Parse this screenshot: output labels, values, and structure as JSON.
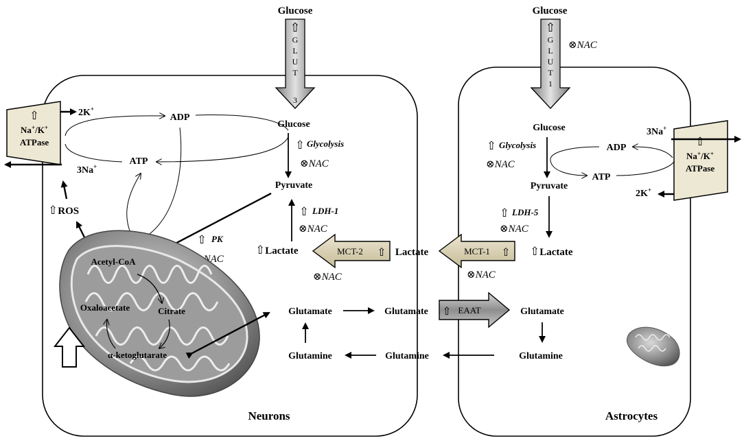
{
  "neuron": {
    "glucose_top": "Glucose",
    "glut": [
      "G",
      "L",
      "U",
      "T",
      "3"
    ],
    "k": "2K",
    "na": "3Na",
    "pump_line1": "Na",
    "pump_line1b": "/K",
    "pump_line2": "ATPase",
    "adp": "ADP",
    "atp": "ATP",
    "glucose": "Glucose",
    "glycolysis": "Glycolysis",
    "nac": "NAC",
    "pyruvate": "Pyruvate",
    "ldh": "LDH-1",
    "pk": "PK",
    "lactate": "Lactate",
    "mct": "MCT-2",
    "ros": "ROS",
    "acetyl": "Acetyl-CoA",
    "oxaloacetate": "Oxaloacetate",
    "citrate": "Citrate",
    "akg": "α-ketoglutarate",
    "glutamate": "Glutamate",
    "glutamine": "Glutamine",
    "label": "Neurons"
  },
  "middle": {
    "lactate": "Lactate",
    "glutamate": "Glutamate",
    "glutamine": "Glutamine",
    "mct": "MCT-1",
    "eaat": "EAAT",
    "nac": "NAC"
  },
  "astro": {
    "glucose_top": "Glucose",
    "glut": [
      "G",
      "L",
      "U",
      "T",
      "1"
    ],
    "nac": "NAC",
    "glucose": "Glucose",
    "glycolysis": "Glycolysis",
    "pyruvate": "Pyruvate",
    "adp": "ADP",
    "atp": "ATP",
    "na": "3Na",
    "k": "2K",
    "pump_line1": "Na",
    "pump_line1b": "/K",
    "pump_line2": "ATPase",
    "ldh": "LDH-5",
    "lactate": "Lactate",
    "glutamate": "Glutamate",
    "glutamine": "Glutamine",
    "label": "Astrocytes"
  },
  "symbols": {
    "up": "⇧",
    "otimes": "⊗",
    "plus": "+"
  }
}
